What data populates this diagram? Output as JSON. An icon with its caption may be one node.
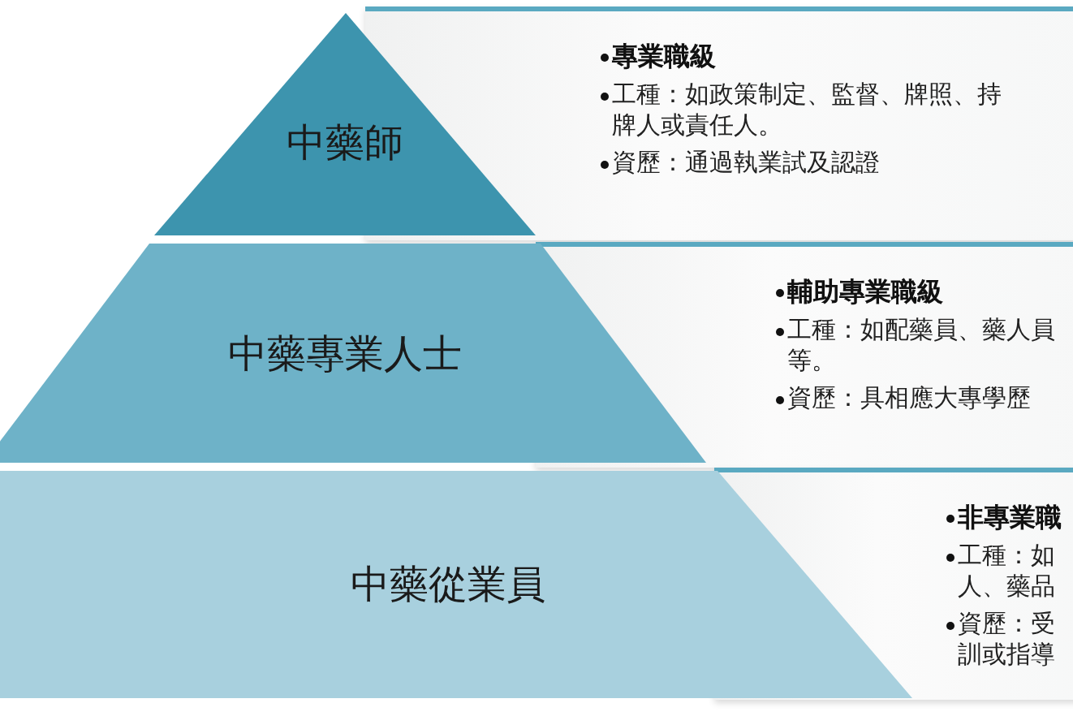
{
  "diagram": {
    "nodes": [
      {
        "text": [
          "中藥師"
        ]
      },
      {
        "text": [
          "專業職級",
          "工種：如政策制定、監督、牌照、持牌人或責任人。",
          "資歷：通過執業試及認證"
        ]
      },
      {
        "text": [
          "中藥專業人士"
        ]
      },
      {
        "text": [
          "輔助專業職級",
          "工種：如配藥員、藥人員等。",
          "資歷：具相應大專學歷"
        ]
      },
      {
        "text": [
          "中藥從業員"
        ]
      },
      {
        "text": [
          "非專業職",
          "工種：如人、藥品",
          "資歷：受訓或指導"
        ]
      }
    ],
    "edges": []
  }
}
